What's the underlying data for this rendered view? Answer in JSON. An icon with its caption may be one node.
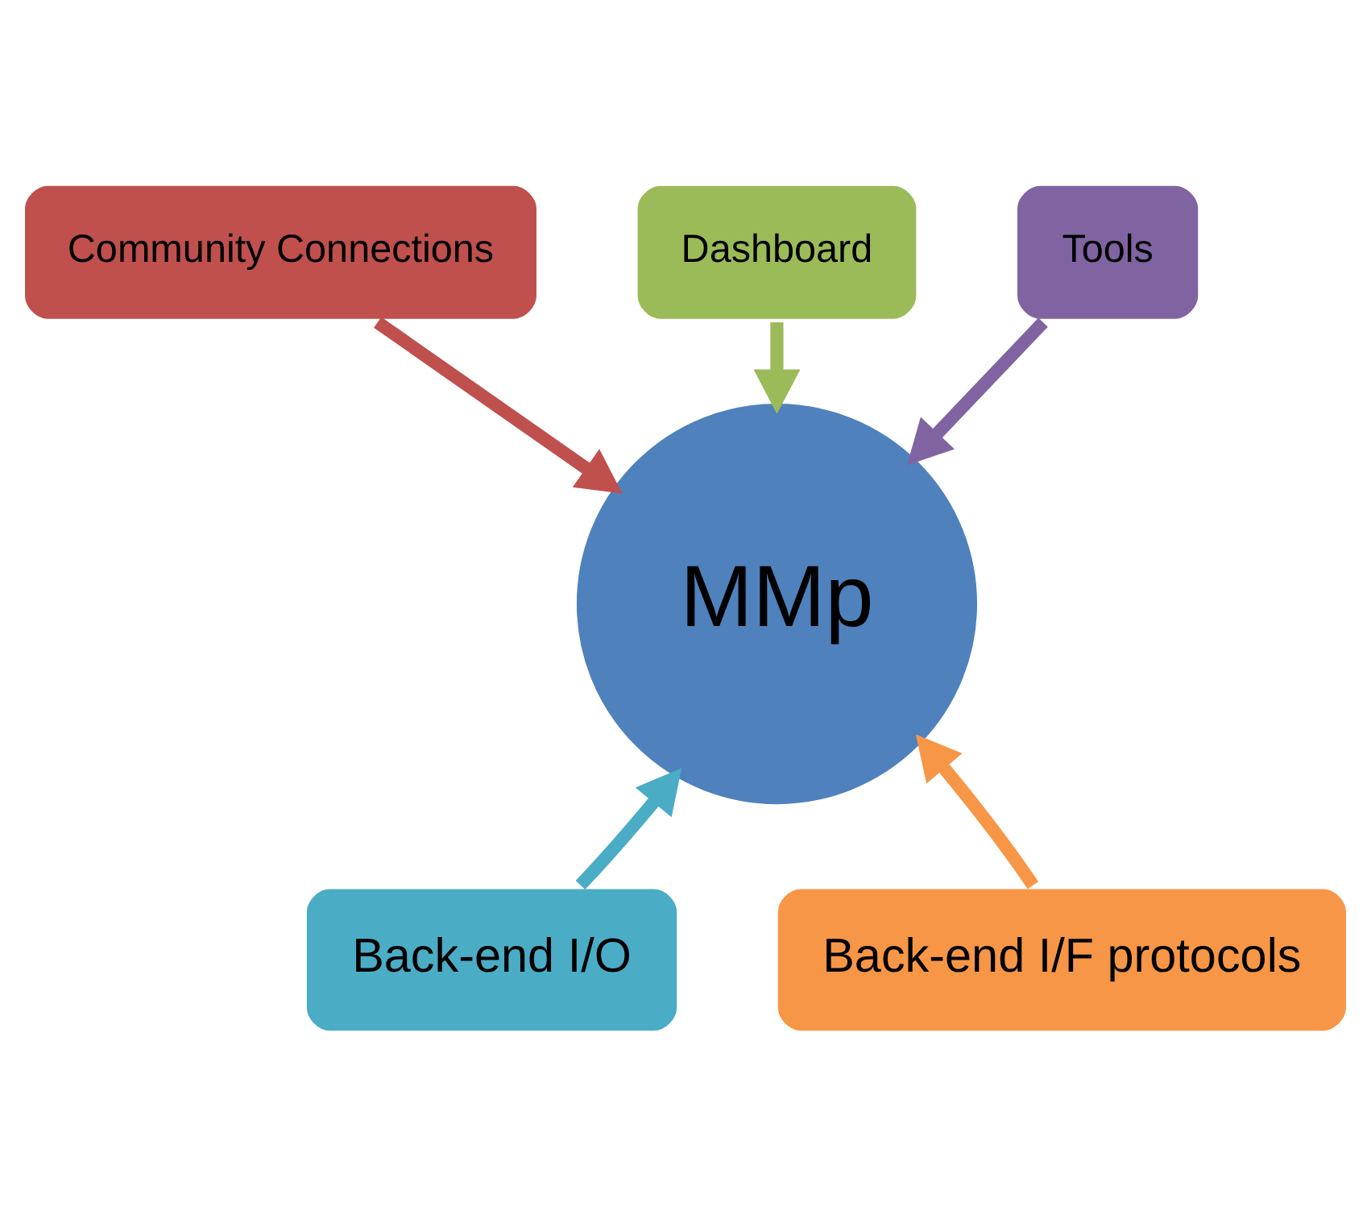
{
  "diagram": {
    "nodes": [
      {
        "text": [
          "Dashboard"
        ]
      },
      {
        "text": [
          "Community Connections"
        ]
      },
      {
        "text": [
          "Tools"
        ]
      },
      {
        "text": [
          "MMp"
        ]
      },
      {
        "text": [
          "Back-end I/O"
        ]
      },
      {
        "text": [
          "Back-end I/F protocols"
        ]
      }
    ],
    "edges": [
      {
        "from": 0,
        "to": 3,
        "arrow": "to",
        "color": "#9bbb59"
      },
      {
        "from": 1,
        "to": 3,
        "arrow": "to",
        "color": "#c0504d"
      },
      {
        "from": 2,
        "to": 3,
        "arrow": "to",
        "color": "#8064a2"
      },
      {
        "from": 4,
        "to": 3,
        "arrow": "to",
        "color": "#4bacc6"
      },
      {
        "from": 5,
        "to": 3,
        "arrow": "to",
        "color": "#f79646"
      }
    ]
  }
}
